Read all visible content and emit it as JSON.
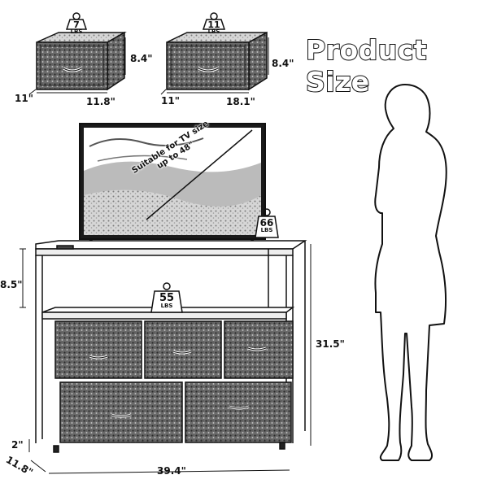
{
  "title": "Product Size",
  "small_bin": {
    "weight": "7",
    "unit": "LBS",
    "height": "8.4\"",
    "depth": "11\"",
    "width": "11.8\""
  },
  "large_bin": {
    "weight": "11",
    "unit": "LBS",
    "height": "8.4\"",
    "depth": "11\"",
    "width": "18.1\""
  },
  "tv": {
    "note_line1": "Suitable for TV size",
    "note_line2": "up to 48\"",
    "weight": "66",
    "unit": "LBS"
  },
  "shelf": {
    "weight": "55",
    "unit": "LBS"
  },
  "dresser": {
    "top_height": "8.5\"",
    "total_height": "31.5\"",
    "leg_height": "2\"",
    "depth": "11.8\"",
    "width": "39.4\""
  },
  "colors": {
    "line": "#111111",
    "fabric_dark": "#5a5a5a",
    "fabric_light": "#cfcfcf",
    "background": "#ffffff"
  }
}
